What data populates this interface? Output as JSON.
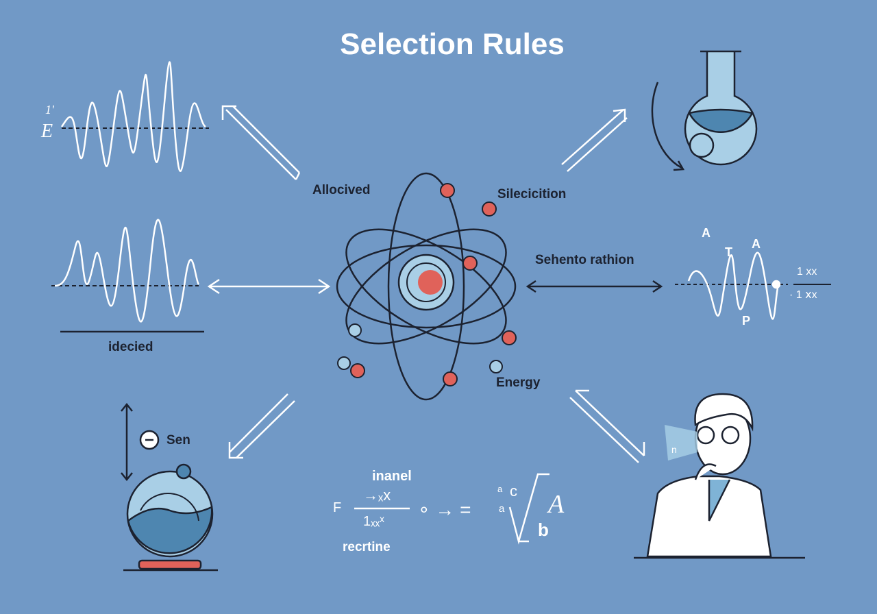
{
  "title": "Selection Rules",
  "labels": {
    "allowed": "Allocived",
    "selection": "Silecicition",
    "relation": "Sehento rathion",
    "energy": "Energy",
    "idecied": "idecied",
    "sen": "Sen",
    "wave_axis_top": "1'",
    "wave_axis_e": "E"
  },
  "spectrum": {
    "a1": "A",
    "t": "T",
    "a2": "A",
    "p": "P",
    "num": "1 xx",
    "den": "· 1 ⅹx"
  },
  "formula": {
    "top": "inanel",
    "f": "F",
    "numerator": "→ₓx",
    "denominator": "1ₓₓˣ",
    "bottom": "recrtine",
    "rhs": "∘ → =",
    "a1": "a",
    "c": "c",
    "a2": "a",
    "A": "A",
    "b": "b"
  },
  "scientist_mark": "n",
  "colors": {
    "background": "#7199c6",
    "red": "#e0625a",
    "light_blue": "#a9cfe6",
    "dark": "#1c2230"
  }
}
